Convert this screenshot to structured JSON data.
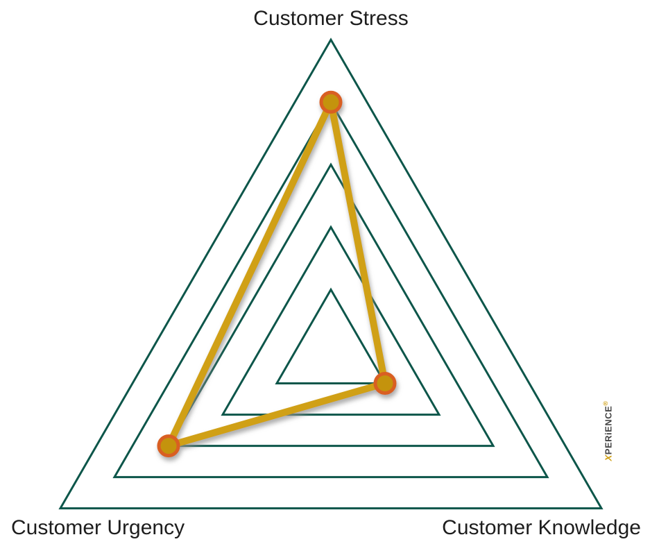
{
  "chart_data": {
    "type": "radar",
    "shape": "triangle",
    "rings": 5,
    "max": 5,
    "axes": [
      {
        "label": "Customer Stress",
        "value": 4,
        "position": "top"
      },
      {
        "label": "Customer Urgency",
        "value": 3,
        "position": "bottom-left"
      },
      {
        "label": "Customer Knowledge",
        "value": 1,
        "position": "bottom-right"
      }
    ],
    "grid_color": "#0d564a",
    "series_color": "#d0a013",
    "marker_fill": "#c4930e",
    "marker_stroke": "#d95e21",
    "background": "#ffffff",
    "legend": "none",
    "grid": "concentric-triangles"
  },
  "logo": {
    "x": "X",
    "rest": "PERiENCE",
    "symbol": "®",
    "accent_color": "#cf9e11",
    "text_color": "#454545"
  }
}
